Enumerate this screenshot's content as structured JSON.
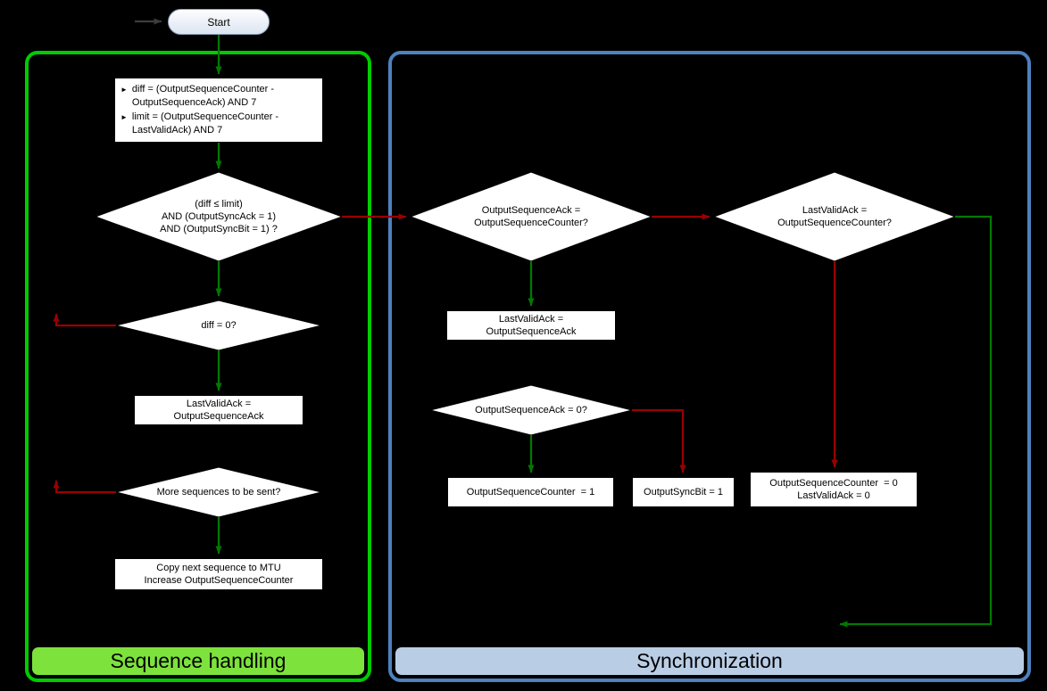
{
  "start": {
    "label": "Start"
  },
  "groups": {
    "sequence_handling": {
      "label": "Sequence handling",
      "border_color": "#00CC00",
      "label_bg": "#7DE23C"
    },
    "synchronization": {
      "label": "Synchronization",
      "border_color": "#4E81BD",
      "label_bg": "#B9CDE5"
    }
  },
  "nodes": {
    "init": {
      "bullet": "►",
      "item1": "diff = (OutputSequenceCounter - OutputSequenceAck) AND 7",
      "item2": "limit = (OutputSequenceCounter - LastValidAck) AND 7"
    },
    "check_sync": {
      "label": "(diff ≤ limit)\nAND (OutputSyncAck = 1)\nAND (OutputSyncBit = 1) ?"
    },
    "diff_zero": {
      "label": "diff = 0?"
    },
    "set_last_valid_ack": {
      "label": "LastValidAck =\nOutputSequenceAck"
    },
    "more_sequences": {
      "label": "More sequences to be sent?"
    },
    "copy_next": {
      "label": "Copy next sequence to MTU\nIncrease OutputSequenceCounter"
    },
    "ack_eq_counter": {
      "label": "OutputSequenceAck =\nOutputSequenceCounter?"
    },
    "last_valid_eq_counter": {
      "label": "LastValidAck =\nOutputSequenceCounter?"
    },
    "sync_set_last_valid_ack": {
      "label": "LastValidAck =\nOutputSequenceAck"
    },
    "ack_zero": {
      "label": "OutputSequenceAck = 0?"
    },
    "counter_one": {
      "label": "OutputSequenceCounter  = 1"
    },
    "sync_bit_one": {
      "label": "OutputSyncBit = 1"
    },
    "counter_zero": {
      "label": "OutputSequenceCounter  = 0\nLastValidAck = 0"
    }
  },
  "colors": {
    "yes_branch": "#007A00",
    "no_branch": "#990000",
    "start_arrow": "#3C3C3C",
    "node_fill": "#FFFFFF",
    "node_border": "#000000",
    "background": "#000000"
  }
}
